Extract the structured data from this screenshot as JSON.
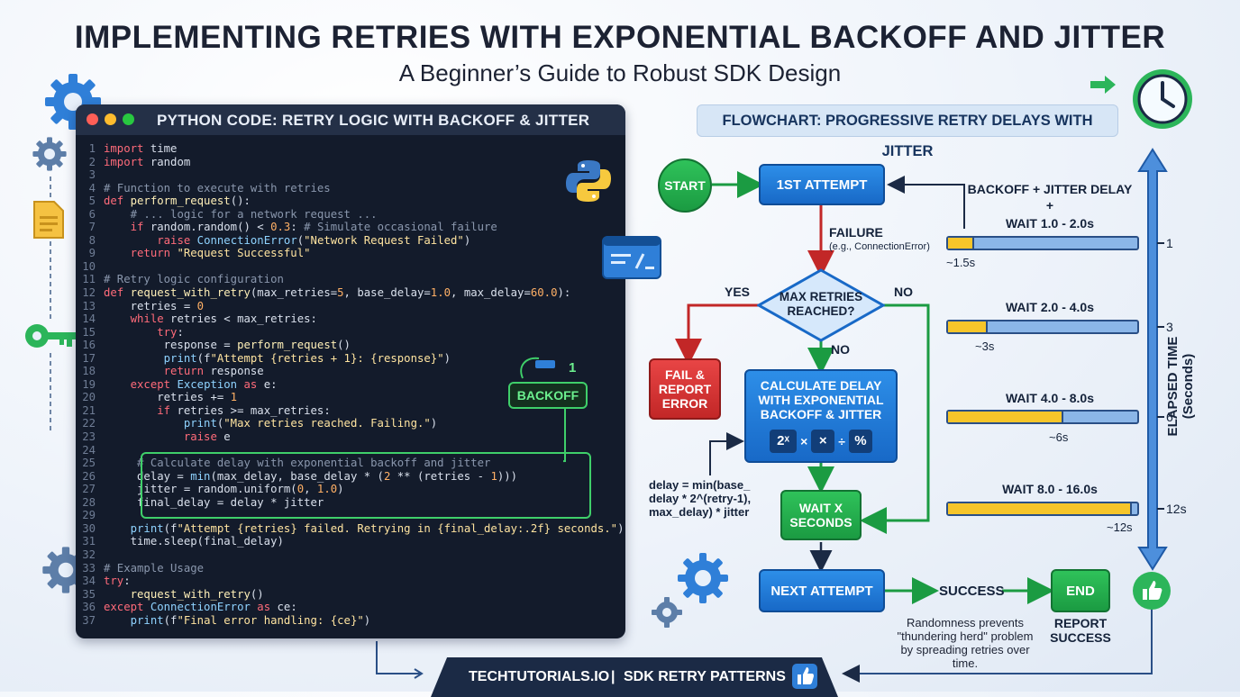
{
  "header": {
    "title": "IMPLEMENTING RETRIES WITH EXPONENTIAL BACKOFF AND JITTER",
    "subtitle": "A Beginner’s Guide to Robust SDK Design"
  },
  "code_panel": {
    "title": "PYTHON CODE: RETRY LOGIC WITH BACKOFF & JITTER",
    "backoff_label": "BACKOFF",
    "backoff_counter": "1",
    "lines": [
      "import time",
      "import random",
      "",
      "# Function to execute with retries",
      "def perform_request():",
      "    # ... logic for a network request ...",
      "    if random.random() < 0.3: # Simulate occasional failure",
      "        raise ConnectionError(\"Network Request Failed\")",
      "    return \"Request Successful\"",
      "",
      "# Retry logic configuration",
      "def request_with_retry(max_retries=5, base_delay=1.0, max_delay=60.0):",
      "    retries = 0",
      "    while retries < max_retries:",
      "        try:",
      "         response = perform_request()",
      "         print(f\"Attempt {retries + 1}: {response}\")",
      "         return response",
      "    except Exception as e:",
      "        retries += 1",
      "        if retries >= max_retries:",
      "            print(\"Max retries reached. Failing.\")",
      "            raise e",
      "",
      "     # Calculate delay with exponential backoff and jitter",
      "     delay = min(max_delay, base_delay * (2 ** (retries - 1)))",
      "     jitter = random.uniform(0, 1.0)",
      "     final_delay = delay * jitter",
      "",
      "    print(f\"Attempt {retries} failed. Retrying in {final_delay:.2f} seconds.\")",
      "    time.sleep(final_delay)",
      "",
      "# Example Usage",
      "try:",
      "    request_with_retry()",
      "except ConnectionError as ce:",
      "    print(f\"Final error handling: {ce}\")"
    ]
  },
  "flowchart": {
    "title": "FLOWCHART: PROGRESSIVE RETRY DELAYS WITH JITTER",
    "start": "START",
    "first_attempt": "1ST ATTEMPT",
    "failure": "FAILURE",
    "failure_note": "(e.g., ConnectionError)",
    "decision": "MAX RETRIES REACHED?",
    "yes": "YES",
    "no_right": "NO",
    "no_down": "NO",
    "fail": "FAIL & REPORT ERROR",
    "calc": "CALCULATE DELAY WITH EXPONENTIAL BACKOFF & JITTER",
    "calc_symbols": [
      "2ˣ",
      "×",
      "×",
      "÷",
      "%"
    ],
    "formula": "delay = min(base_ delay * 2^(retry-1), max_delay) * jitter",
    "wait": "WAIT X SECONDS",
    "next_attempt": "NEXT ATTEMPT",
    "success": "SUCCESS",
    "end": "END",
    "report_success": "REPORT SUCCESS",
    "note": "Randomness prevents \"thundering herd\" problem by spreading retries over time."
  },
  "timeline": {
    "header_line1": "BACKOFF + JITTER DELAY",
    "header_plus": "+",
    "axis_label": "ELAPSED TIME (Seconds)",
    "rows": [
      {
        "label": "WAIT 1.0 - 2.0s",
        "approx": "~1.5s",
        "tick": "1",
        "fill": 0.13
      },
      {
        "label": "WAIT 2.0 - 4.0s",
        "approx": "~3s",
        "tick": "3",
        "fill": 0.2
      },
      {
        "label": "WAIT 4.0 - 8.0s",
        "approx": "~6s",
        "tick": "6",
        "fill": 0.6
      },
      {
        "label": "WAIT 8.0 - 16.0s",
        "approx": "~12s",
        "tick": "12s",
        "fill": 0.96
      }
    ]
  },
  "footer": {
    "brand": "TECHTUTORIALS.IO",
    "separator": "|",
    "topic": "SDK RETRY PATTERNS"
  },
  "colors": {
    "accent_blue": "#1869c7",
    "accent_green": "#1b9b42",
    "error_red": "#c22727",
    "highlight_yellow": "#f6c52a",
    "code_bg": "#131b2b"
  }
}
